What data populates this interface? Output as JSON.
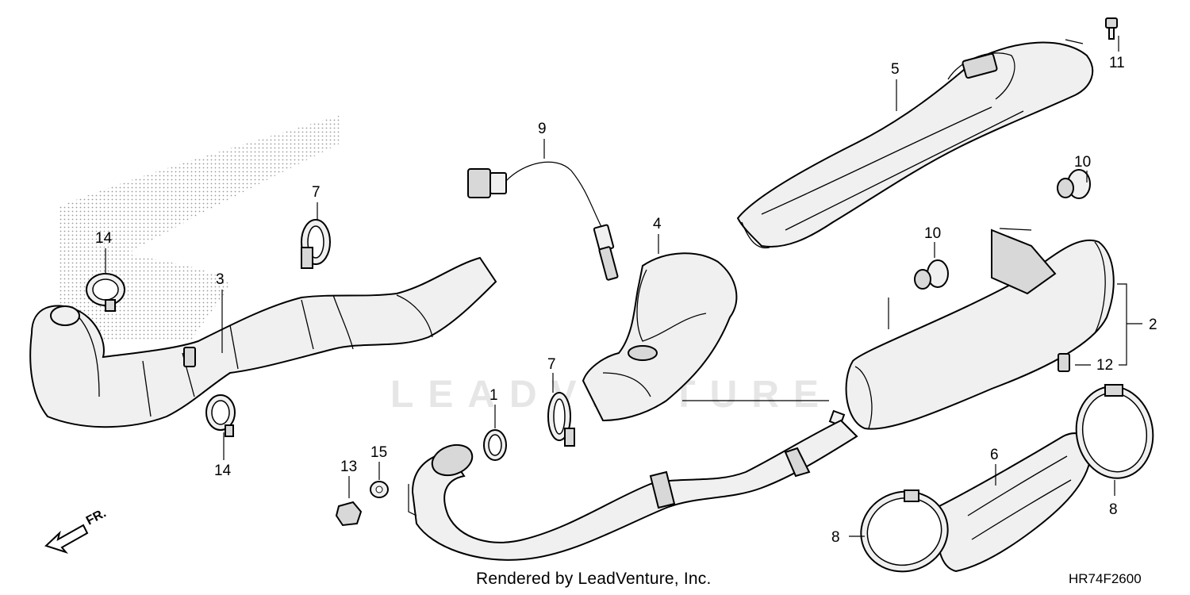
{
  "diagram": {
    "code": "HR74F2600",
    "credit": "Rendered by LeadVenture, Inc.",
    "watermark": "LEADVENTURE",
    "direction_label": "FR."
  },
  "callouts": {
    "c1": "1",
    "c2": "2",
    "c3": "3",
    "c4": "4",
    "c5": "5",
    "c6": "6",
    "c7a": "7",
    "c7b": "7",
    "c8a": "8",
    "c8b": "8",
    "c9": "9",
    "c10a": "10",
    "c10b": "10",
    "c11": "11",
    "c12": "12",
    "c13": "13",
    "c14a": "14",
    "c14b": "14",
    "c15": "15"
  }
}
